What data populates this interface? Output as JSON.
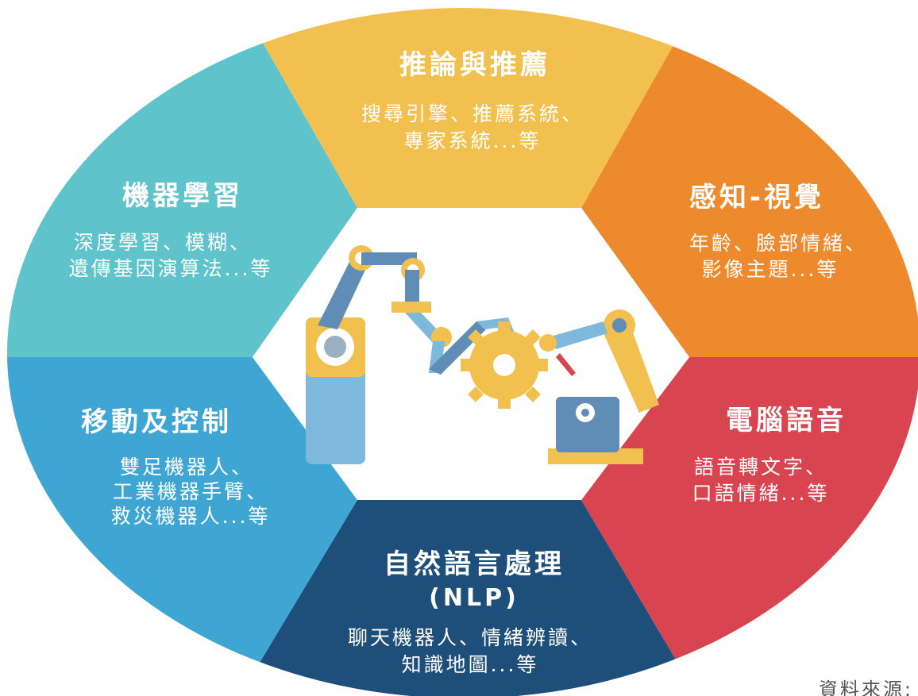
{
  "colors": {
    "reasoning": "#f2c04e",
    "perception": "#ee8a2e",
    "speech": "#d84550",
    "nlp": "#1e4f7a",
    "motion": "#3fa6d3",
    "ml": "#5fc3cc",
    "center": "#ffffff"
  },
  "segments": {
    "reasoning": {
      "title": "推論與推薦",
      "desc1": "搜尋引擎、推薦系統、",
      "desc2": "專家系統...等"
    },
    "perception": {
      "title": "感知-視覺",
      "desc1": "年齡、臉部情緒、",
      "desc2": "影像主題...等"
    },
    "speech": {
      "title": "電腦語音",
      "desc1": "語音轉文字、",
      "desc2": "口語情緒...等"
    },
    "nlp": {
      "title1": "自然語言處理",
      "title2": "(NLP)",
      "desc1": "聊天機器人、情緒辨讀、",
      "desc2": "知識地圖...等"
    },
    "motion": {
      "title": "移動及控制",
      "desc1": "雙足機器人、",
      "desc2": "工業機器手臂、",
      "desc3": "救災機器人...等"
    },
    "ml": {
      "title": "機器學習",
      "desc1": "深度學習、模糊、",
      "desc2": "遺傳基因演算法...等"
    }
  },
  "center": {
    "icon": "industrial-robot-arms-gear-icon"
  },
  "source_label": "資料來源:"
}
